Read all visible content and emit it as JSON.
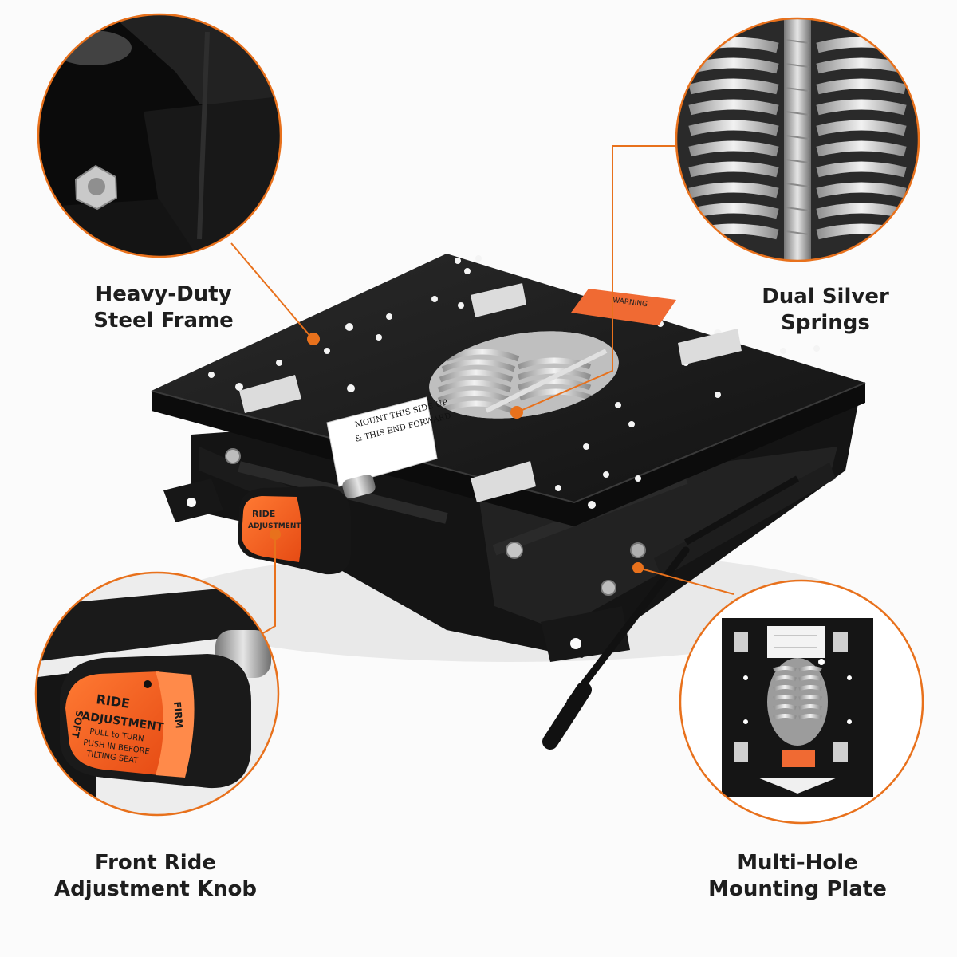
{
  "accent_color": "#e8711c",
  "callouts": [
    {
      "id": "frame",
      "line1": "Heavy-Duty",
      "line2": "Steel Frame"
    },
    {
      "id": "springs",
      "line1": "Dual Silver",
      "line2": "Springs"
    },
    {
      "id": "knob",
      "line1": "Front Ride",
      "line2": "Adjustment Knob"
    },
    {
      "id": "plate",
      "line1": "Multi-Hole",
      "line2": "Mounting Plate"
    }
  ],
  "product_stickers": {
    "mount_label_line1": "MOUNT THIS SIDE UP",
    "mount_label_line2": "& THIS END FORWARD",
    "warning_label": "WARNING",
    "knob_title_line1": "RIDE",
    "knob_title_line2": "ADJUSTMENT",
    "knob_soft": "SOFT",
    "knob_firm": "FIRM",
    "knob_instr_line1": "PULL to TURN",
    "knob_instr_line2": "PUSH IN BEFORE",
    "knob_instr_line3": "TILTING SEAT"
  }
}
